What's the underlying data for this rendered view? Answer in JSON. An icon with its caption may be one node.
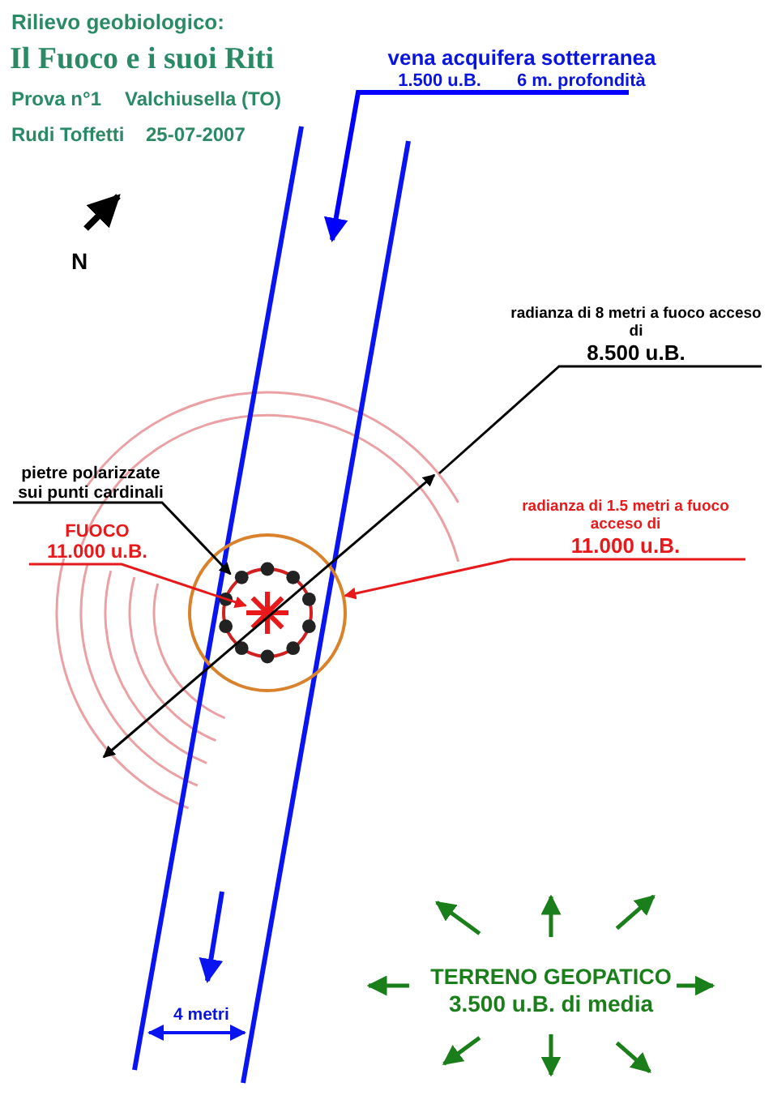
{
  "diagram": {
    "title": "Il Fuoco e i suoi Riti",
    "nodes": [
      {
        "text": [
          "vena acquifera sotterranea",
          "1.500 u.B.",
          "6 m. profondità"
        ]
      },
      {
        "text": [
          "radianza di 8 metri a fuoco acceso di",
          "8.500 u.B."
        ]
      },
      {
        "text": [
          "pietre polarizzate sui punti cardinali"
        ]
      },
      {
        "text": [
          "FUOCO",
          "11.000 u.B."
        ]
      },
      {
        "text": [
          "radianza di 1.5 metri a fuoco acceso di",
          "11.000 u.B."
        ]
      },
      {
        "text": [
          "TERRENO GEOPATICO",
          "3.500 u.B. di media"
        ]
      },
      {
        "text": [],
        "shape": "band"
      },
      {
        "text": [],
        "shape": "circle"
      },
      {
        "text": [],
        "shape": "circle",
        "in": 7
      },
      {
        "text": [],
        "shape": "star",
        "in": 8
      },
      {
        "text": [],
        "shape": "arc"
      }
    ],
    "edges": [
      {
        "from": 0,
        "to": 6,
        "arrow": "to",
        "style": "thick",
        "color": "#0000ff"
      },
      {
        "from": 1,
        "to": 10,
        "arrow": "none"
      },
      {
        "from": 2,
        "to": 8,
        "arrow": "to"
      },
      {
        "from": 3,
        "to": 9,
        "arrow": "to",
        "color": "#e8191b"
      },
      {
        "from": 4,
        "to": 7,
        "arrow": "to",
        "color": "#e8191b"
      }
    ],
    "labels": [
      "Rilievo geobiologico:",
      "Prova n°1",
      "Valchiusella (TO)",
      "Rudi Toffetti",
      "25-07-2007",
      "N",
      "4 metri"
    ]
  }
}
